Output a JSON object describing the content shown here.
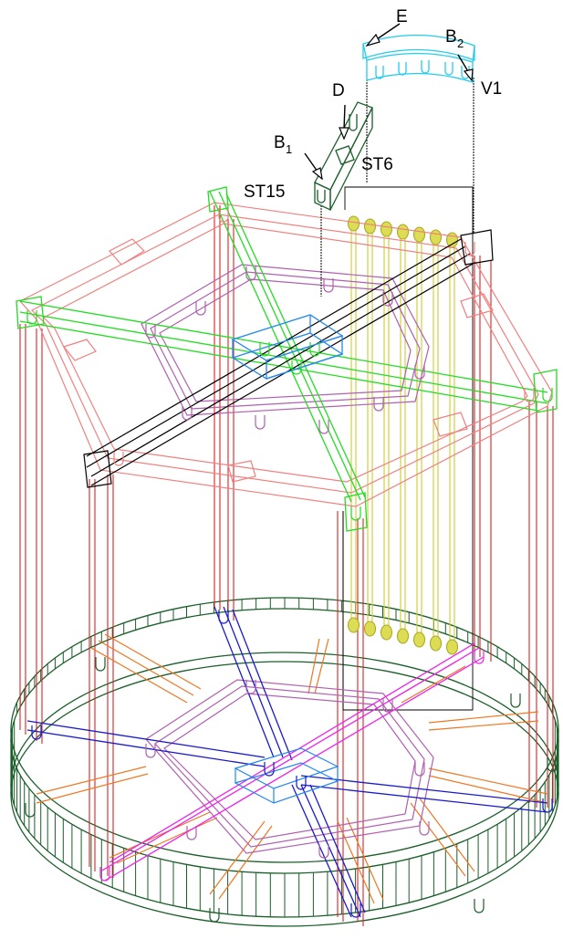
{
  "labels": {
    "E": "E",
    "B2_main": "B",
    "B2_sub": "2",
    "V1": "V1",
    "D": "D",
    "B1_main": "B",
    "B1_sub": "1",
    "ST6": "ST6",
    "ST15": "ST15"
  },
  "colors": {
    "salmon": "#f08080",
    "purple": "#b060b0",
    "green": "#22dd22",
    "darkgreen": "#1a5e2a",
    "cyan": "#22ccee",
    "yellow": "#cccc33",
    "red": "#dd2222",
    "orange": "#ee7722",
    "blue": "#1a1acc",
    "magenta": "#ee22ee",
    "lightblue": "#2288ee",
    "black": "#000000"
  }
}
